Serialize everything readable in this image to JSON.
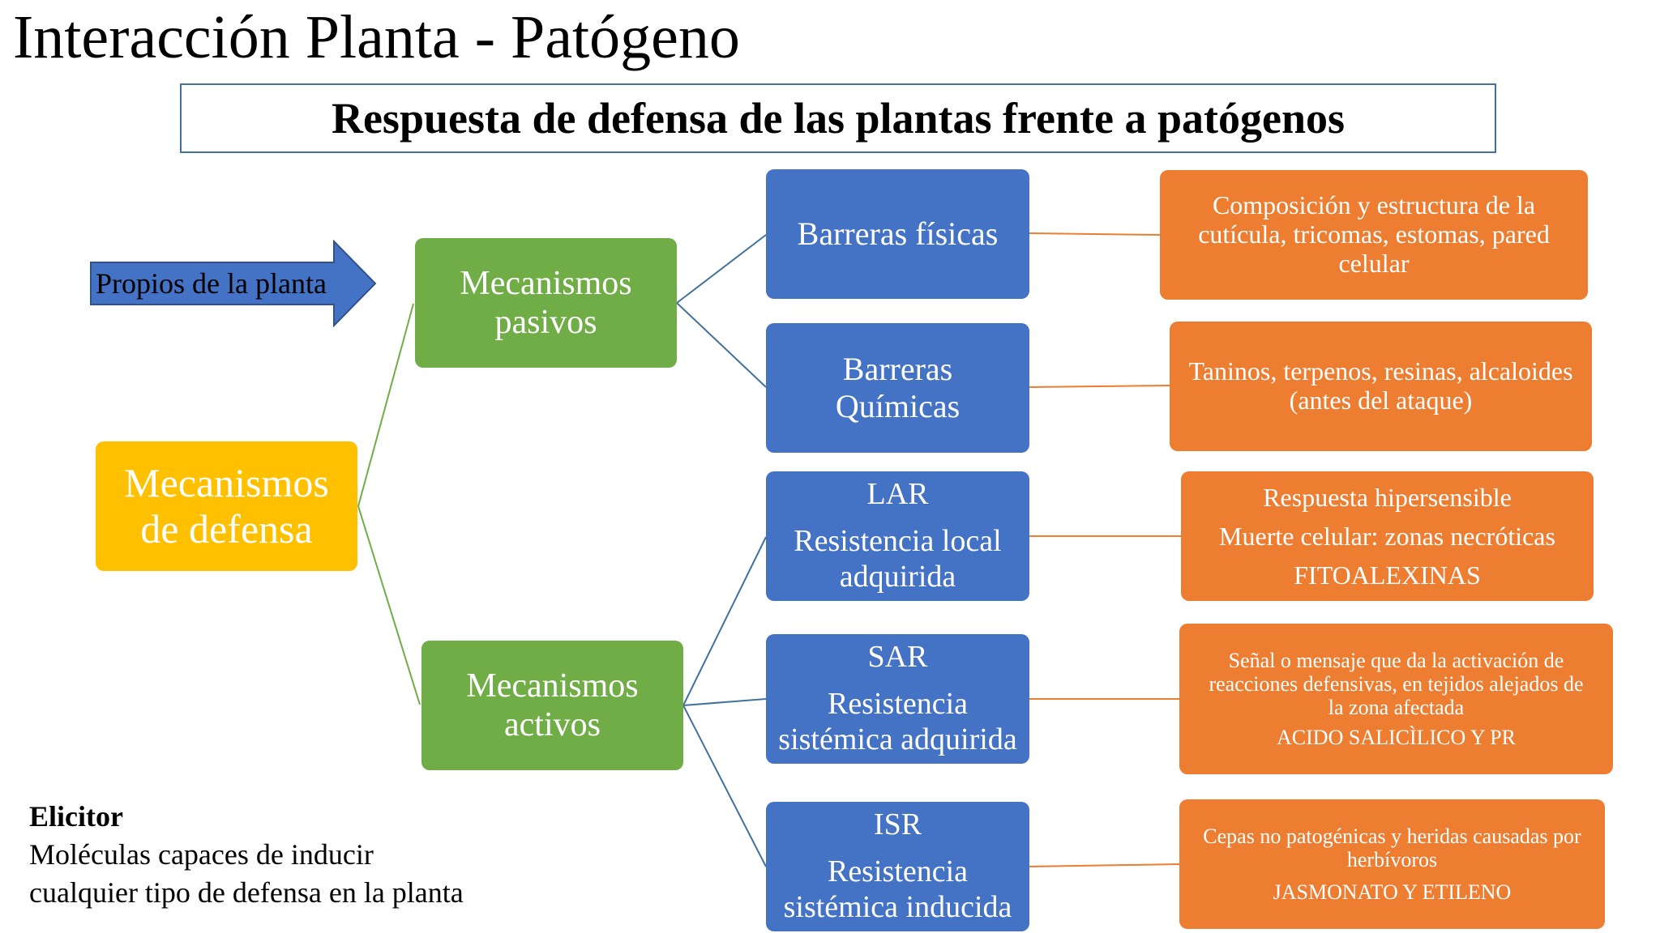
{
  "title": "Interacción Planta - Patógeno",
  "subtitle": "Respuesta de defensa de las plantas frente a patógenos",
  "arrow_label": "Propios de la planta",
  "root": {
    "line1": "Mecanismos",
    "line2": "de defensa"
  },
  "passive": {
    "line1": "Mecanismos",
    "line2": "pasivos"
  },
  "active": {
    "line1": "Mecanismos",
    "line2": "activos"
  },
  "barreras_fisicas": {
    "label": "Barreras físicas"
  },
  "barreras_quimicas": {
    "line1": "Barreras",
    "line2": "Químicas"
  },
  "lar": {
    "abbr": "LAR",
    "line1": "Resistencia local",
    "line2": "adquirida"
  },
  "sar": {
    "abbr": "SAR",
    "line1": "Resistencia",
    "line2": "sistémica adquirida"
  },
  "isr": {
    "abbr": "ISR",
    "line1": "Resistencia",
    "line2": "sistémica inducida"
  },
  "detail_fisicas": {
    "line1": "Composición y estructura de la",
    "line2": "cutícula, tricomas, estomas, pared",
    "line3": "celular"
  },
  "detail_quimicas": {
    "line1": "Taninos, terpenos, resinas, alcaloides",
    "line2": "(antes del ataque)"
  },
  "detail_lar": {
    "line1": "Respuesta hipersensible",
    "line2": "Muerte celular: zonas necróticas",
    "line3": "FITOALEXINAS"
  },
  "detail_sar": {
    "line1": "Señal  o mensaje que da la activación de",
    "line2": "reacciones defensivas, en tejidos alejados de",
    "line3": "la zona afectada",
    "line4": "ACIDO SALICÌLICO Y PR"
  },
  "detail_isr": {
    "line1": "Cepas no patogénicas y heridas causadas por",
    "line2": "herbívoros",
    "line3": "JASMONATO Y ETILENO"
  },
  "elicitor": {
    "heading": "Elicitor",
    "line1": "Moléculas capaces de inducir",
    "line2": "cualquier tipo de defensa en la planta"
  },
  "colors": {
    "green": "#70ad47",
    "yellow": "#ffc000",
    "blue": "#4472c4",
    "orange": "#ed7d31",
    "arrow": "#4472c4",
    "frame": "#41719c"
  }
}
